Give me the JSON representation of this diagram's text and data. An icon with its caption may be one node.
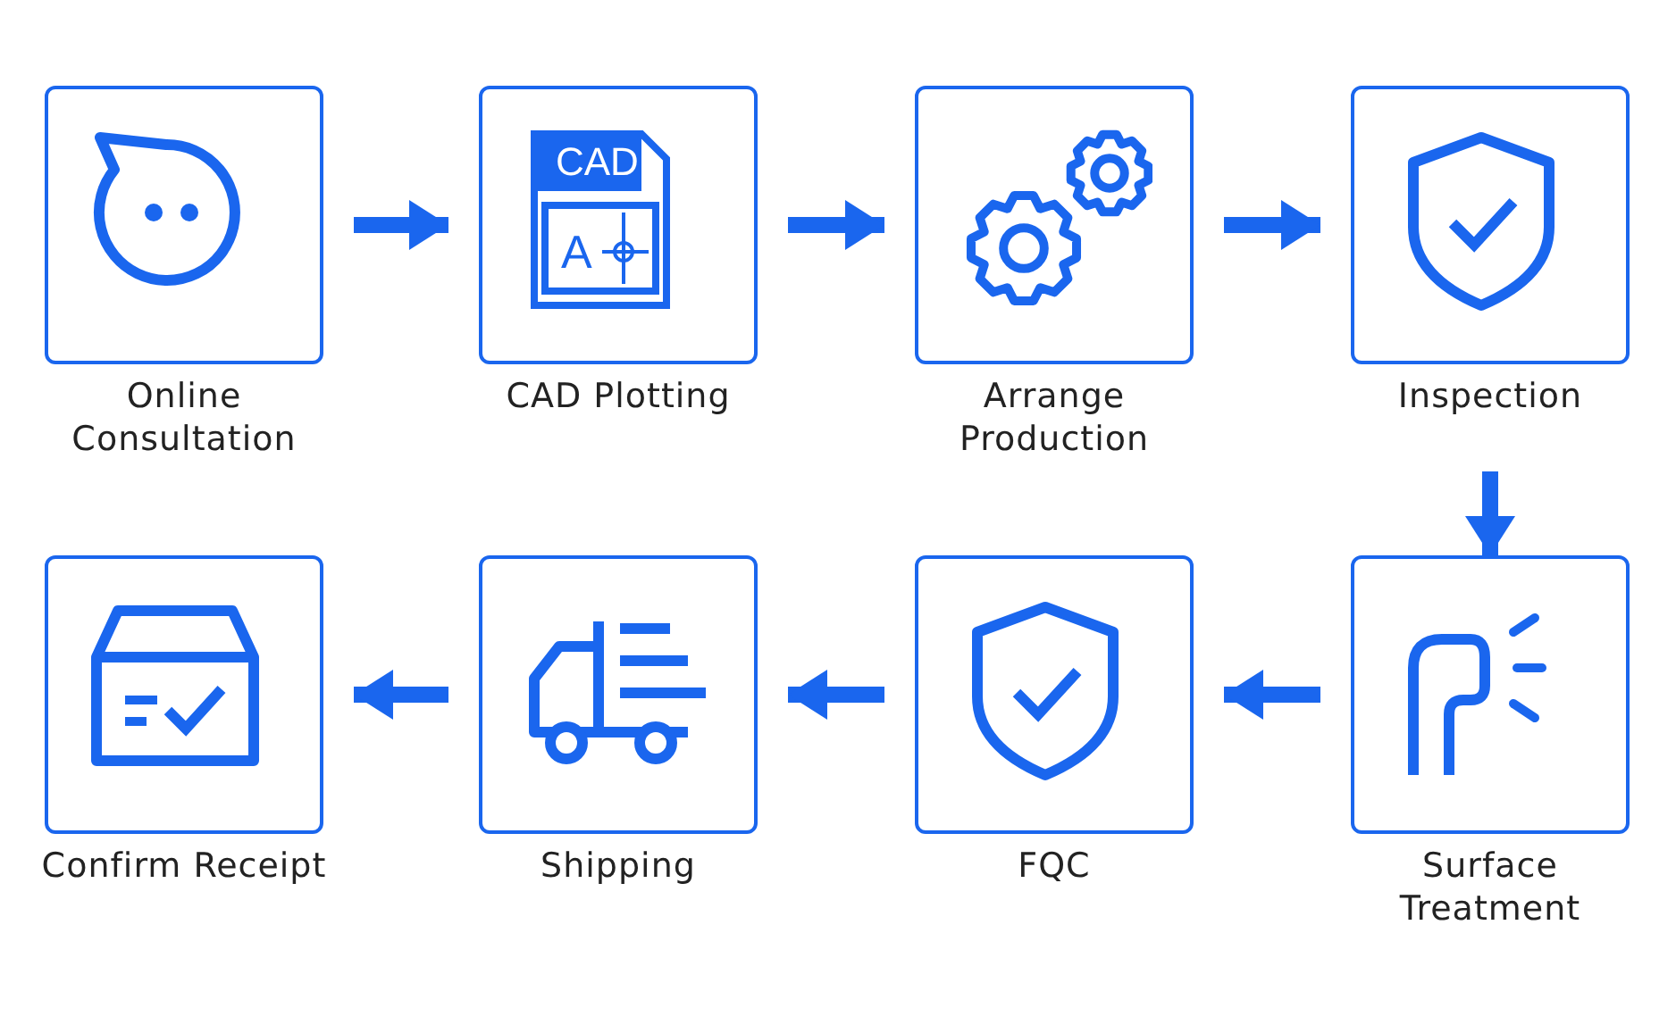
{
  "diagram": {
    "nodes": [
      {
        "text": [
          "Online Consultation"
        ]
      },
      {
        "text": [
          "CAD Plotting"
        ]
      },
      {
        "text": [
          "Arrange Production"
        ]
      },
      {
        "text": [
          "Inspection"
        ]
      },
      {
        "text": [
          "Surface Treatment"
        ]
      },
      {
        "text": [
          "FQC"
        ]
      },
      {
        "text": [
          "Shipping"
        ]
      },
      {
        "text": [
          "Confirm Receipt"
        ]
      }
    ],
    "edges": [
      {
        "from": 0,
        "to": 1,
        "arrow": "to"
      },
      {
        "from": 1,
        "to": 2,
        "arrow": "to"
      },
      {
        "from": 2,
        "to": 3,
        "arrow": "to"
      },
      {
        "from": 3,
        "to": 4,
        "arrow": "to"
      },
      {
        "from": 4,
        "to": 5,
        "arrow": "to"
      },
      {
        "from": 5,
        "to": 6,
        "arrow": "to"
      },
      {
        "from": 6,
        "to": 7,
        "arrow": "to"
      }
    ],
    "labels": [
      "CAD",
      "A"
    ]
  }
}
